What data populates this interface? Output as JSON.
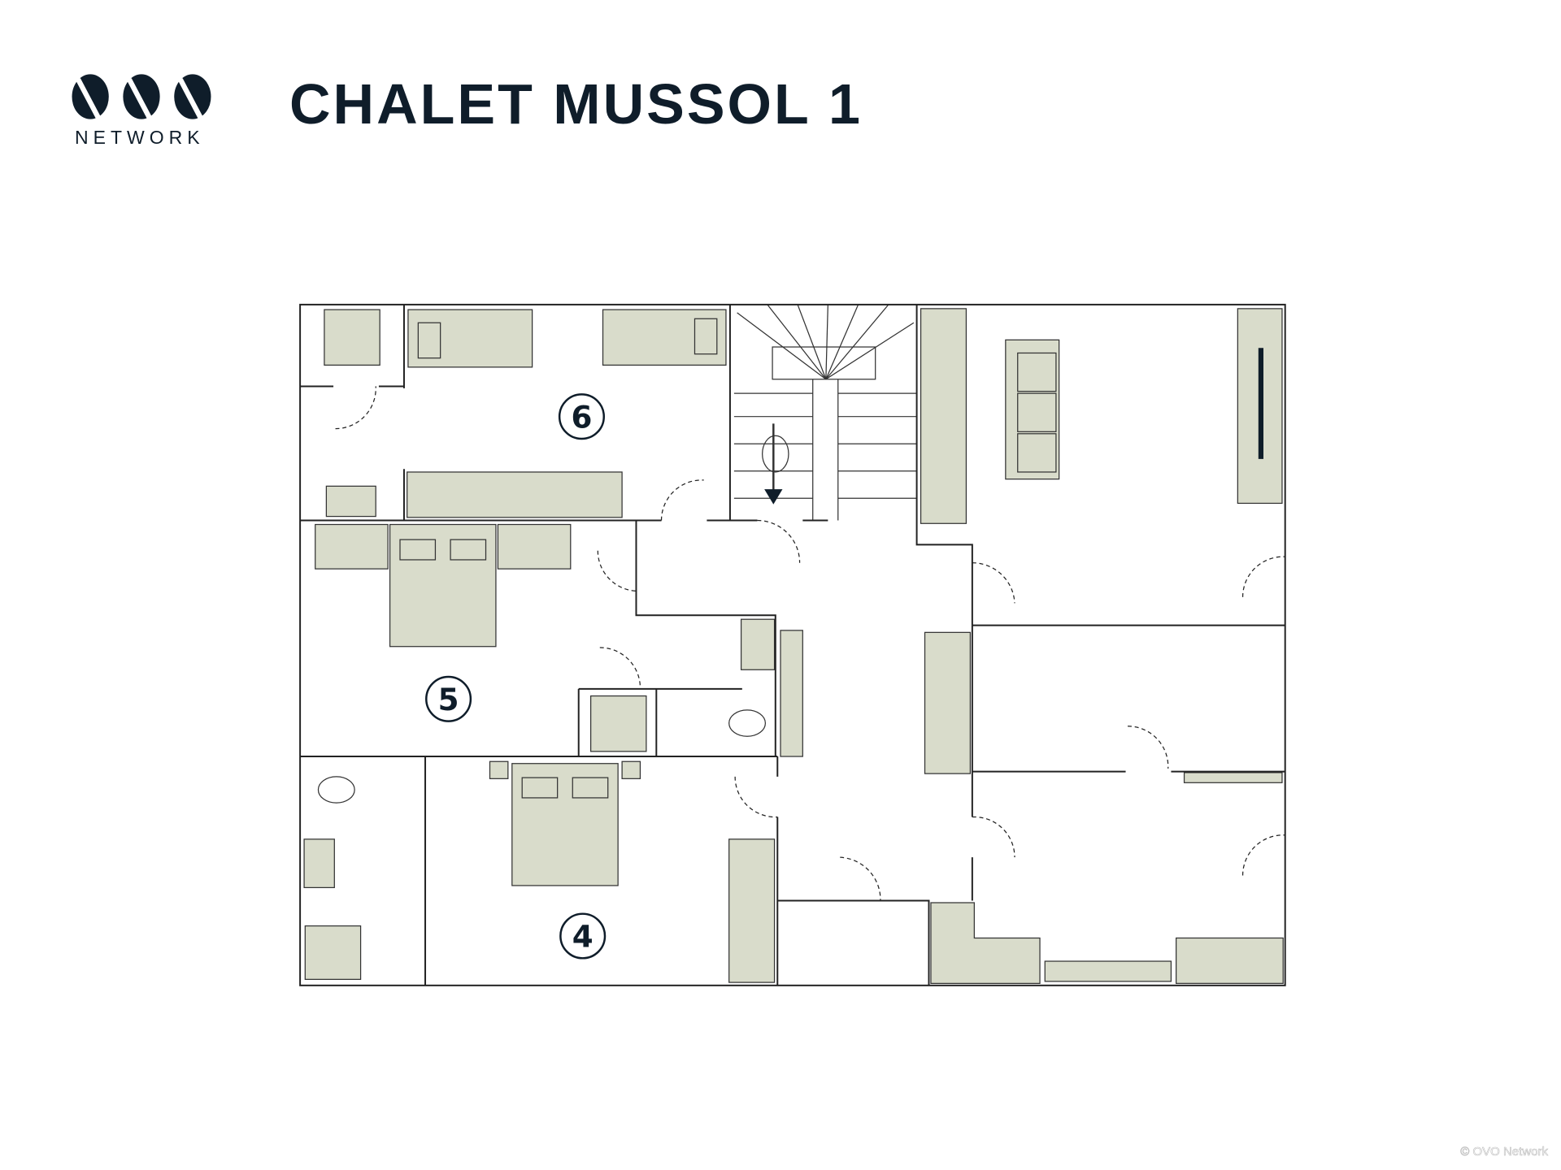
{
  "header": {
    "title": "CHALET MUSSOL 1",
    "logo_text": "OVO",
    "logo_subtitle": "NETWORK"
  },
  "plan": {
    "rooms": [
      {
        "label": "6"
      },
      {
        "label": "5"
      },
      {
        "label": "4"
      }
    ]
  },
  "colors": {
    "ink": "#0f1d2a",
    "furniture": "#d9dccb"
  },
  "footer": {
    "copyright": "© OVO Network"
  }
}
